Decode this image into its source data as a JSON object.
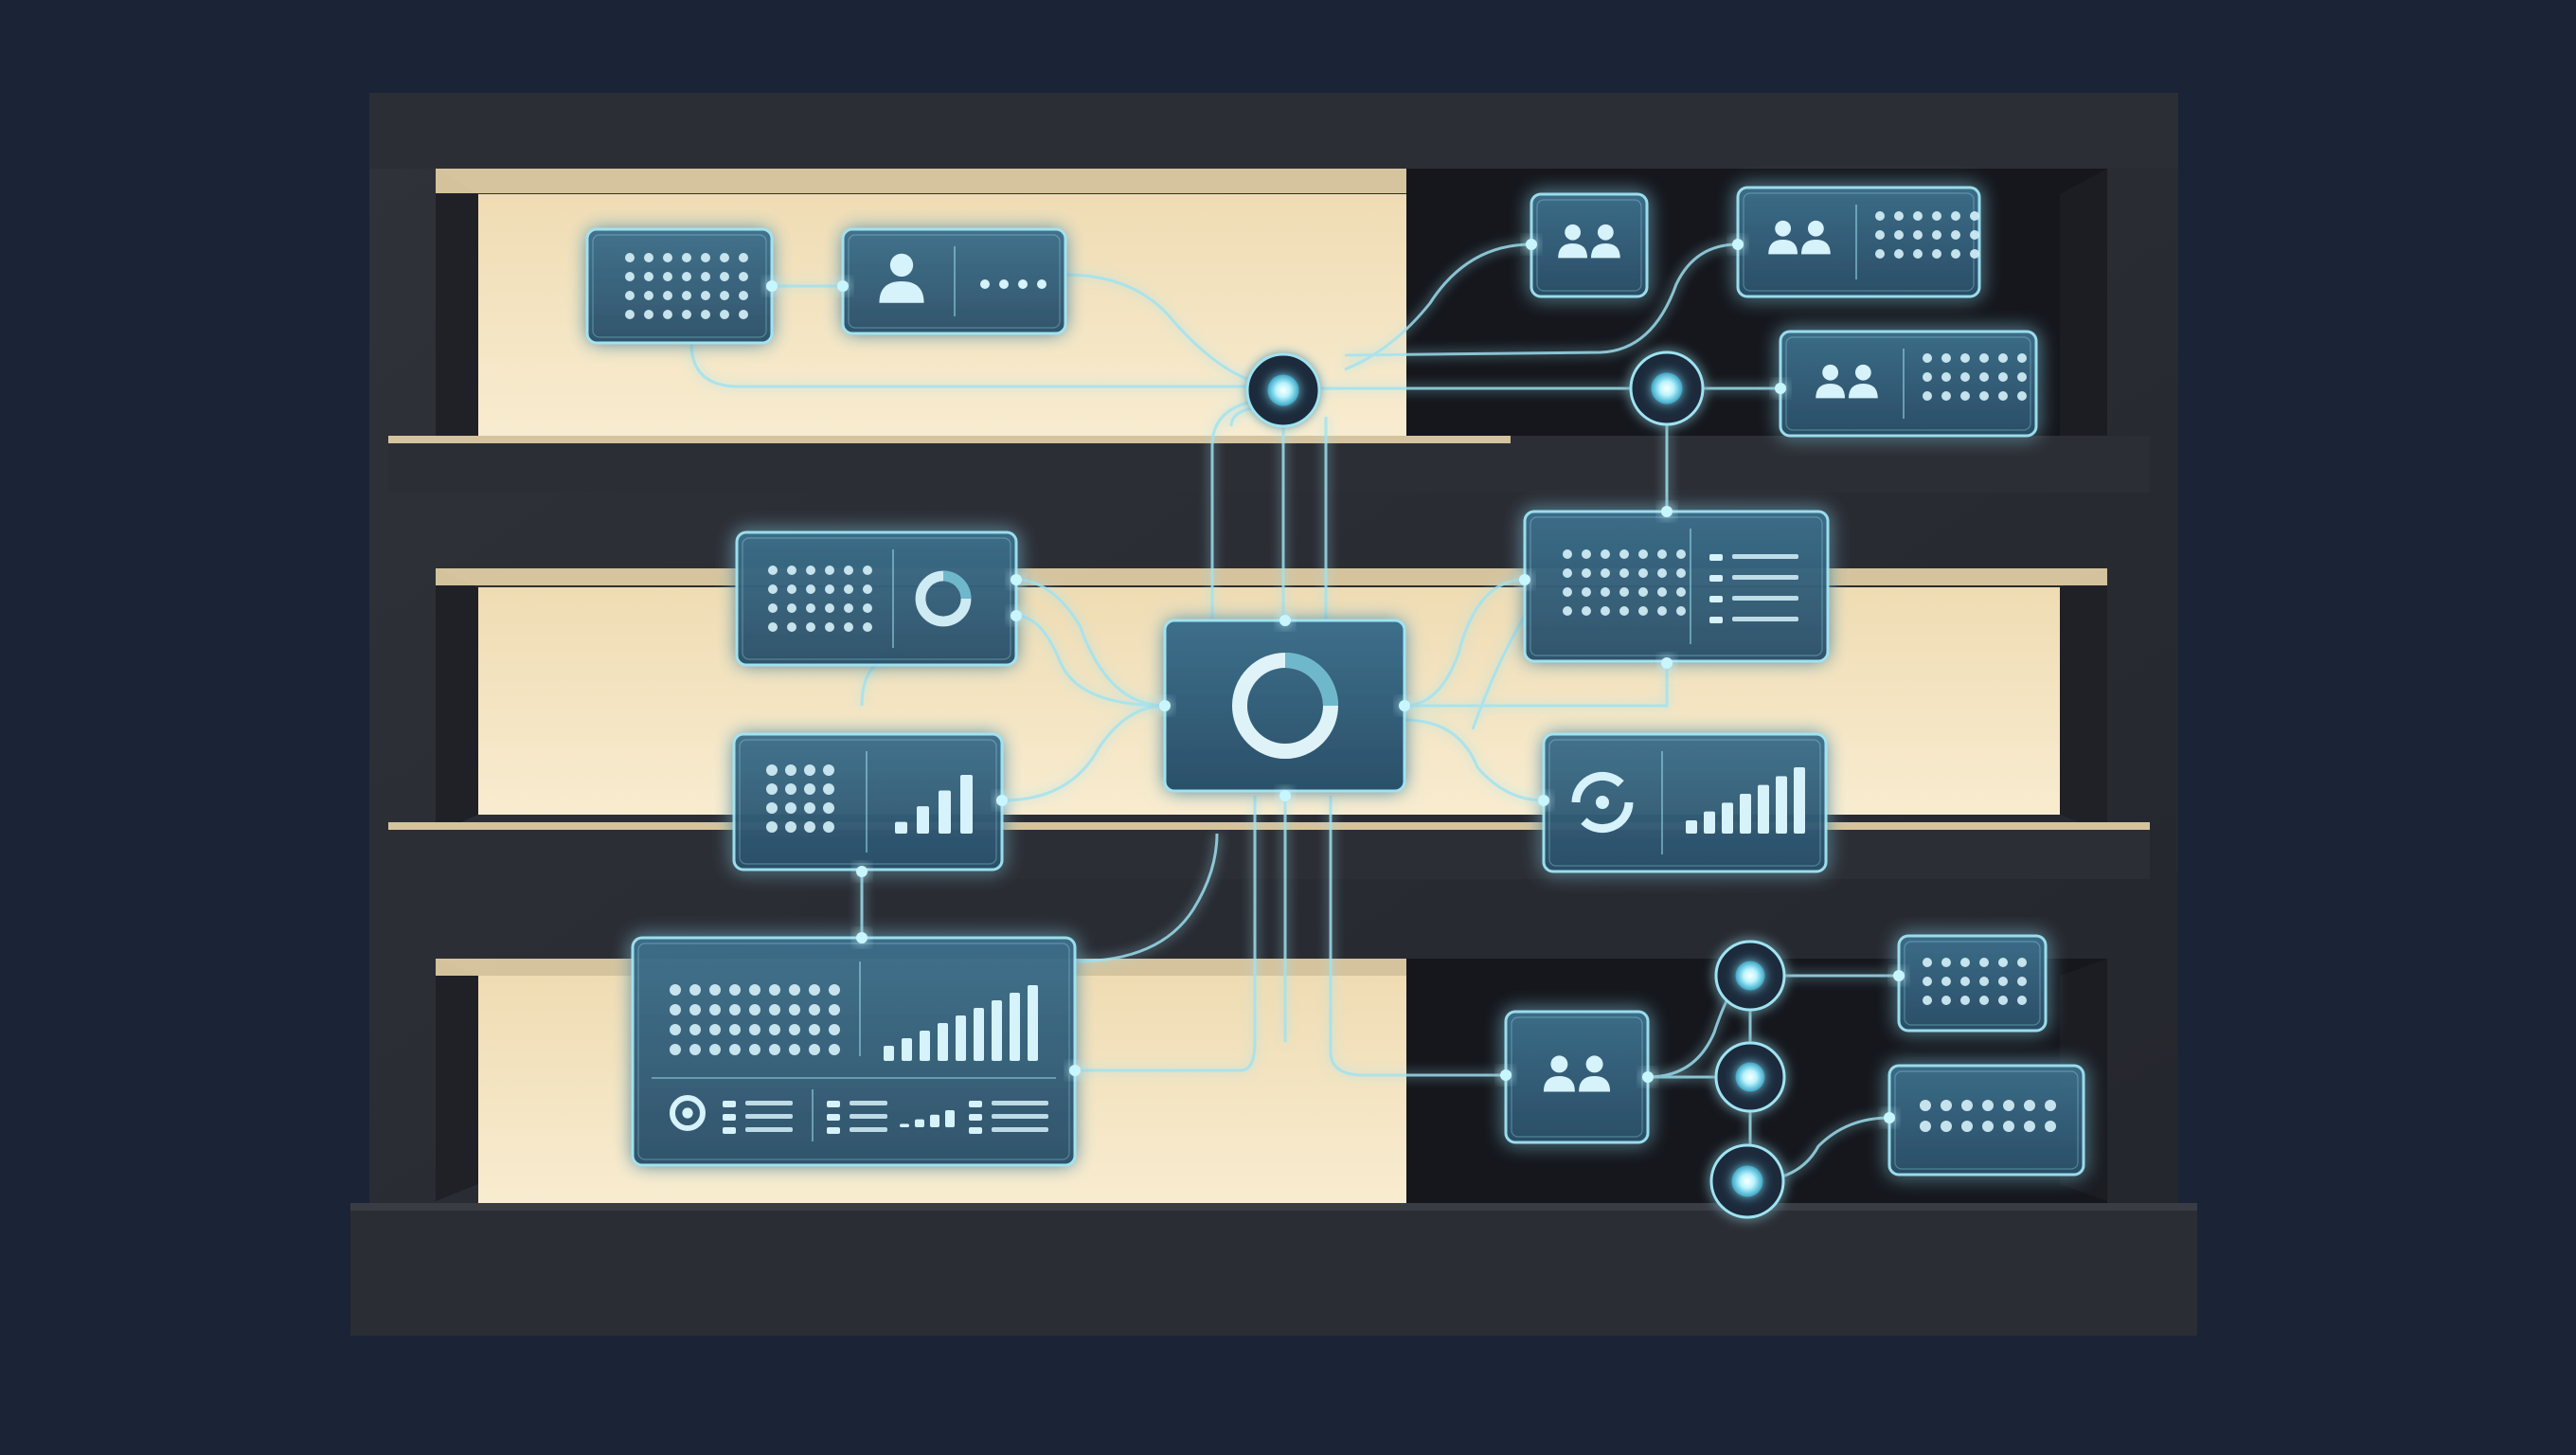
{
  "colors": {
    "background": "#1b2336",
    "shelf_frame": "#2a2c33",
    "shelf_frame_dark": "#1e2026",
    "shelf_back_lit": "#f5e6c5",
    "shelf_edge_glow": "#ffe9b8",
    "card_fill": "#33607a",
    "card_border": "#9fe3f2",
    "connector": "#9fe3f2",
    "icon_fill": "#d6f2fa"
  },
  "hub": {
    "icon": "ring-icon"
  },
  "cards": [
    {
      "id": "top-grid",
      "shelf": 1,
      "icons": [
        "dot-grid-icon"
      ]
    },
    {
      "id": "top-user-dots",
      "shelf": 1,
      "icons": [
        "user-icon",
        "dots-icon"
      ]
    },
    {
      "id": "top-users-a",
      "shelf": 1,
      "icons": [
        "users-icon"
      ]
    },
    {
      "id": "top-users-b",
      "shelf": 1,
      "icons": [
        "users-icon",
        "dot-grid-icon"
      ]
    },
    {
      "id": "top-users-c",
      "shelf": 1,
      "icons": [
        "users-icon",
        "dot-grid-icon"
      ]
    },
    {
      "id": "mid-grid-donut",
      "shelf": 2,
      "icons": [
        "dot-grid-icon",
        "donut-icon"
      ]
    },
    {
      "id": "mid-grid-bars",
      "shelf": 2,
      "icons": [
        "dot-grid-icon",
        "bar-chart-icon"
      ]
    },
    {
      "id": "mid-grid-list",
      "shelf": 2,
      "icons": [
        "dot-grid-icon",
        "list-icon"
      ]
    },
    {
      "id": "mid-refresh-bars",
      "shelf": 2,
      "icons": [
        "refresh-icon",
        "bar-chart-icon"
      ]
    },
    {
      "id": "bottom-dashboard",
      "shelf": 3,
      "icons": [
        "dot-grid-icon",
        "bar-chart-icon",
        "pin-icon",
        "list-icon"
      ]
    },
    {
      "id": "bottom-users",
      "shelf": 3,
      "icons": [
        "users-icon"
      ]
    },
    {
      "id": "bottom-grid-a",
      "shelf": 3,
      "icons": [
        "dot-grid-icon"
      ]
    },
    {
      "id": "bottom-dots",
      "shelf": 3,
      "icons": [
        "dots-icon"
      ]
    }
  ],
  "nodes": [
    {
      "id": "node-top-hub",
      "icon": "glow-node-icon"
    },
    {
      "id": "node-top-right",
      "icon": "glow-node-icon"
    },
    {
      "id": "node-bottom-1",
      "icon": "glow-node-icon"
    },
    {
      "id": "node-bottom-2",
      "icon": "glow-node-icon"
    },
    {
      "id": "node-bottom-3",
      "icon": "glow-node-icon"
    }
  ]
}
